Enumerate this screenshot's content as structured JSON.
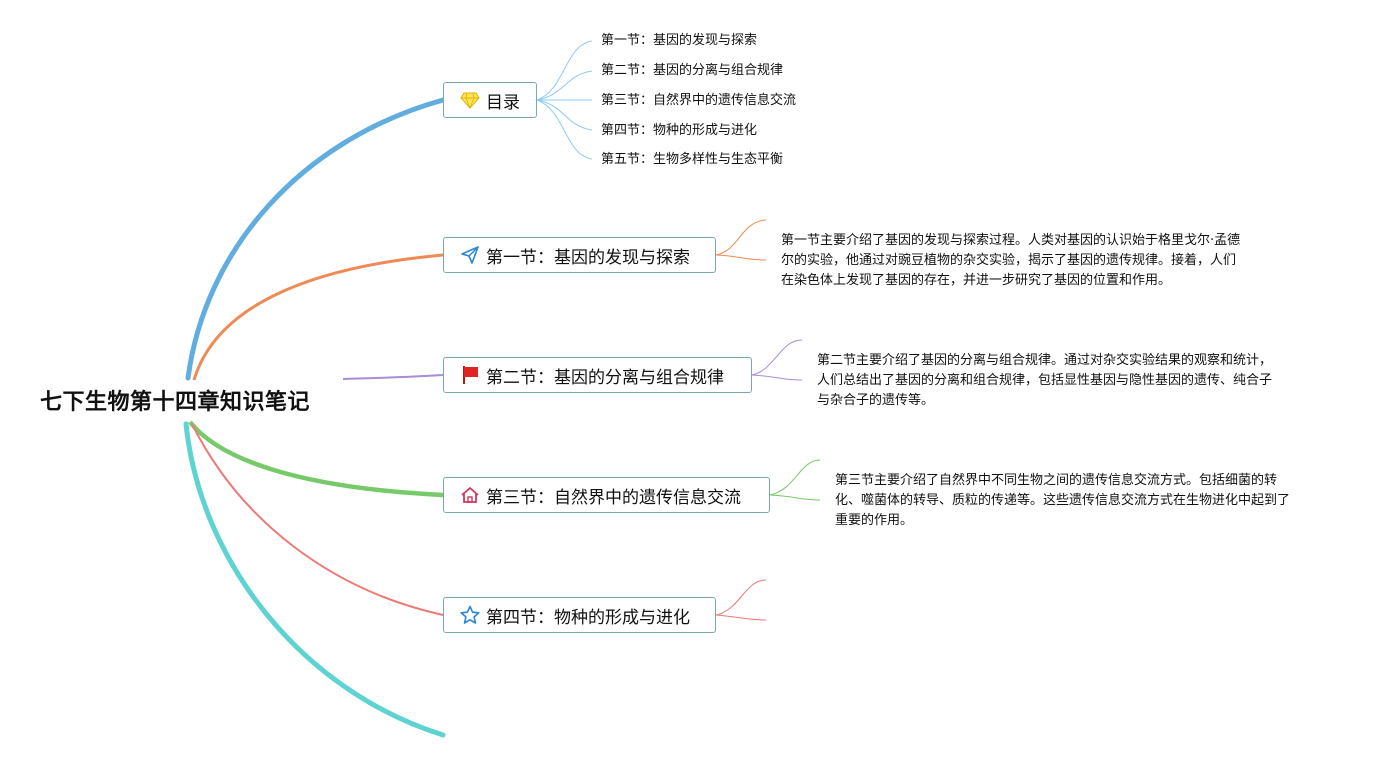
{
  "root": {
    "title": "七下生物第十四章知识笔记"
  },
  "toc": {
    "label": "目录",
    "icon": "diamond-icon",
    "items": [
      "第一节：基因的发现与探索",
      "第二节：基因的分离与组合规律",
      "第三节：自然界中的遗传信息交流",
      "第四节：物种的形成与进化",
      "第五节：生物多样性与生态平衡"
    ]
  },
  "sections": [
    {
      "label": "第一节：基因的发现与探索",
      "icon": "paper-plane-icon",
      "color": "#ef8a55",
      "note_lines": [
        "第一节主要介绍了基因的发现与探索过程。人类对基因的认识始于格里戈尔·孟德",
        "尔的实验，他通过对豌豆植物的杂交实验，揭示了基因的遗传规律。接着，人们",
        "在染色体上发现了基因的存在，并进一步研究了基因的位置和作用。"
      ]
    },
    {
      "label": "第二节：基因的分离与组合规律",
      "icon": "red-flag-icon",
      "color": "#a98bd6",
      "note_lines": [
        "第二节主要介绍了基因的分离与组合规律。通过对杂交实验结果的观察和统计，",
        "人们总结出了基因的分离和组合规律，包括显性基因与隐性基因的遗传、纯合子",
        "与杂合子的遗传等。"
      ]
    },
    {
      "label": "第三节：自然界中的遗传信息交流",
      "icon": "home-icon",
      "color": "#77c96a",
      "note_lines": [
        "第三节主要介绍了自然界中不同生物之间的遗传信息交流方式。包括细菌的转",
        "化、噬菌体的转导、质粒的传递等。这些遗传信息交流方式在生物进化中起到了",
        "重要的作用。"
      ]
    },
    {
      "label": "第四节：物种的形成与进化",
      "icon": "star-outline-icon",
      "color": "#ec7b76",
      "note_lines": []
    }
  ],
  "colors": {
    "toc_branch": "#62ade0",
    "bottom_branch": "#5fd2d2",
    "node_border": "#7aa9a8"
  }
}
